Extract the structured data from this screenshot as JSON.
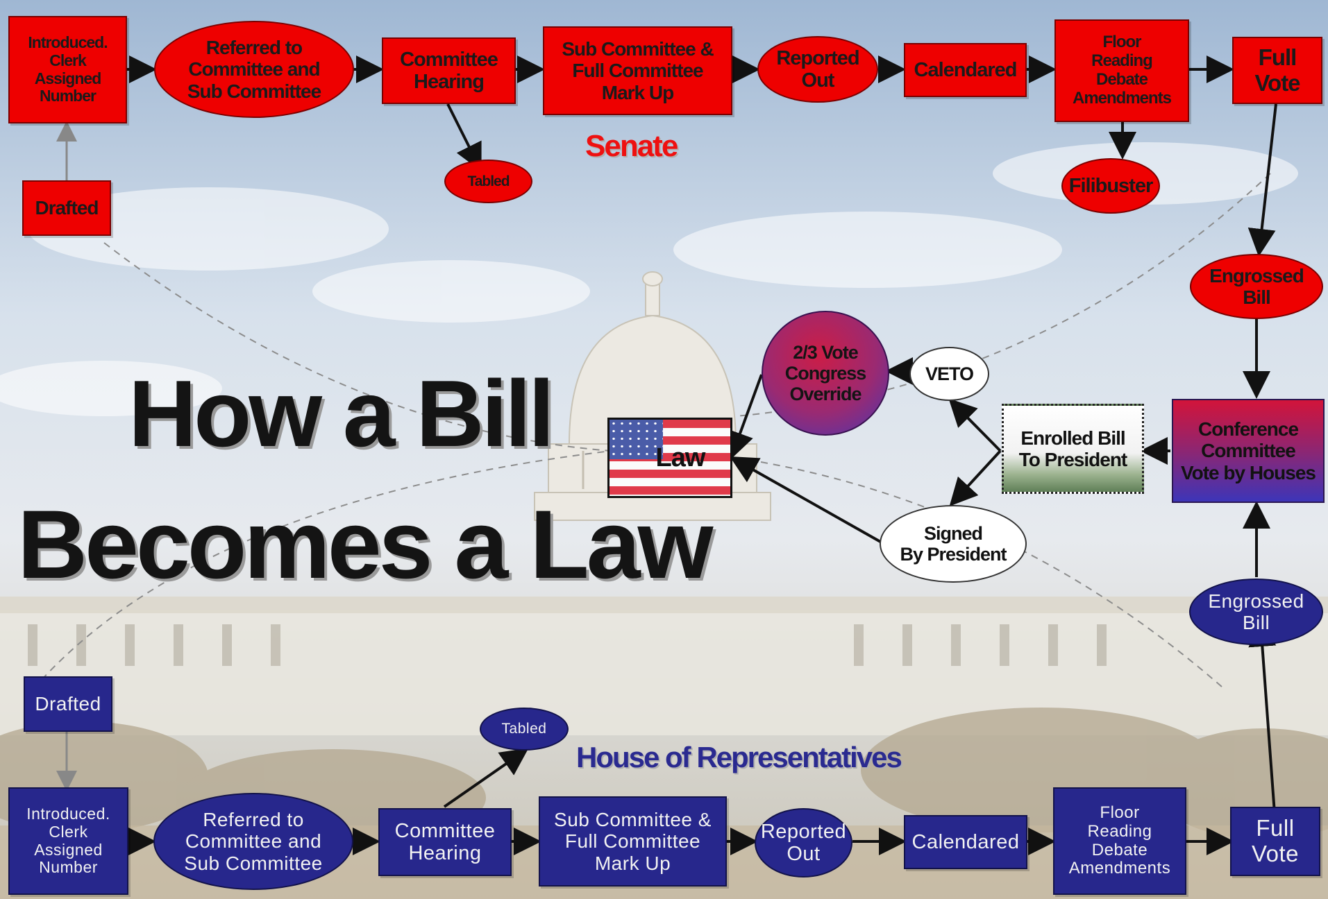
{
  "title": {
    "line1": "How a Bill",
    "line2": "Becomes a Law"
  },
  "labels": {
    "senate": "Senate",
    "house": "House of Representatives"
  },
  "senate": {
    "introduced": "Introduced.\nClerk\nAssigned\nNumber",
    "drafted": "Drafted",
    "referred": "Referred to\nCommittee and\nSub Committee",
    "hearing": "Committee\nHearing",
    "tabled": "Tabled",
    "markup": "Sub Committee &\nFull Committee\nMark Up",
    "reported": "Reported\nOut",
    "calendared": "Calendared",
    "floor": "Floor\nReading\nDebate\nAmendments",
    "filibuster": "Filibuster",
    "full_vote": "Full\nVote",
    "engrossed": "Engrossed\nBill"
  },
  "house": {
    "drafted": "Drafted",
    "introduced": "Introduced.\nClerk\nAssigned\nNumber",
    "referred": "Referred to\nCommittee and\nSub Committee",
    "hearing": "Committee\nHearing",
    "tabled": "Tabled",
    "markup": "Sub Committee &\nFull Committee\nMark Up",
    "reported": "Reported\nOut",
    "calendared": "Calendared",
    "floor": "Floor\nReading\nDebate\nAmendments",
    "full_vote": "Full\nVote",
    "engrossed": "Engrossed\nBill"
  },
  "final": {
    "conference": "Conference\nCommittee\nVote by Houses",
    "enrolled": "Enrolled Bill\nTo President",
    "veto": "VETO",
    "override": "2/3 Vote\nCongress\nOverride",
    "signed": "Signed\nBy President",
    "law": "Law"
  },
  "colors": {
    "senate": "#ee0000",
    "house": "#27278c",
    "senate_label": "#ee1010",
    "house_label": "#2a2a90"
  }
}
